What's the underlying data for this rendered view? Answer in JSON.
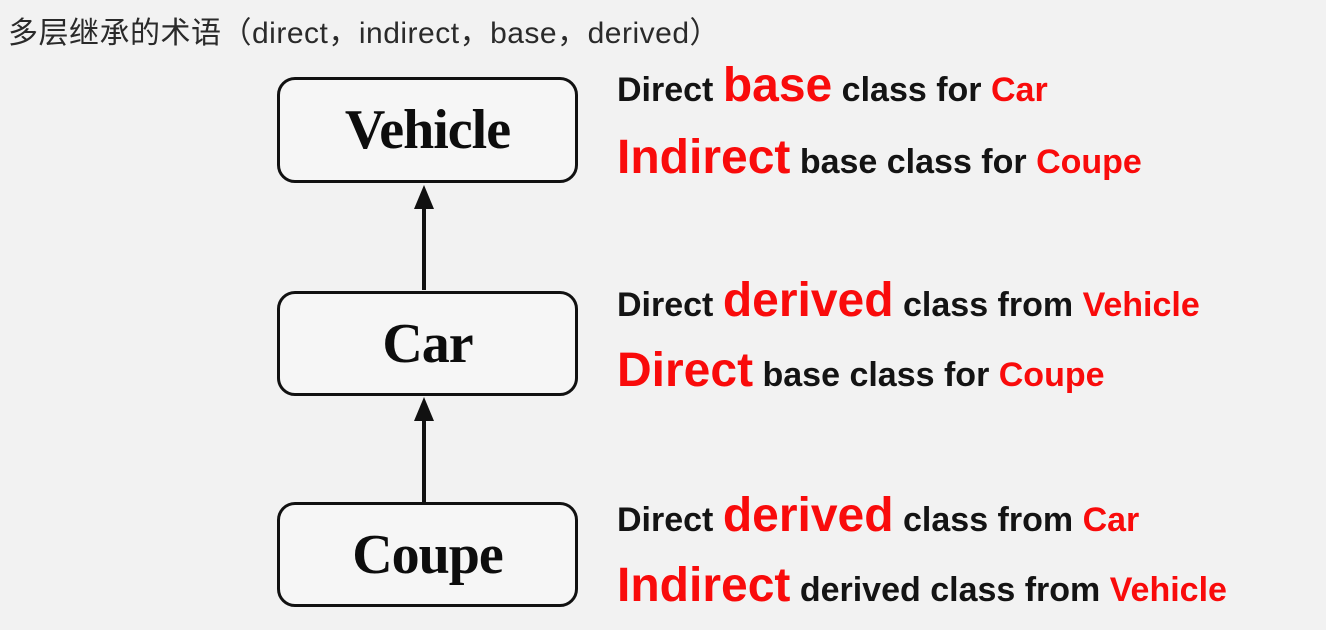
{
  "title": {
    "text": "多层继承的术语（direct，indirect，base，derived）"
  },
  "colors": {
    "background": "#f2f2f2",
    "box_fill": "#f6f6f6",
    "box_border": "#111111",
    "text_black": "#141414",
    "accent_red": "#f90b0b"
  },
  "diagram": {
    "nodes": [
      {
        "label": "Vehicle"
      },
      {
        "label": "Car"
      },
      {
        "label": "Coupe"
      }
    ],
    "arrows": [
      {
        "from": "Car",
        "to": "Vehicle",
        "direction": "up"
      },
      {
        "from": "Coupe",
        "to": "Car",
        "direction": "up"
      }
    ]
  },
  "annotations": [
    {
      "for": "Vehicle",
      "segments": [
        {
          "text": "Direct ",
          "style": "plain"
        },
        {
          "text": "base",
          "style": "em"
        },
        {
          "text": " class for ",
          "style": "plain"
        },
        {
          "text": "Car",
          "style": "red"
        }
      ]
    },
    {
      "for": "Vehicle",
      "segments": [
        {
          "text": "Indirect",
          "style": "em"
        },
        {
          "text": " base class for ",
          "style": "plain"
        },
        {
          "text": "Coupe",
          "style": "red"
        }
      ]
    },
    {
      "for": "Car",
      "segments": [
        {
          "text": "Direct ",
          "style": "plain"
        },
        {
          "text": "derived",
          "style": "em"
        },
        {
          "text": " class from ",
          "style": "plain"
        },
        {
          "text": "Vehicle",
          "style": "red"
        }
      ]
    },
    {
      "for": "Car",
      "segments": [
        {
          "text": "Direct",
          "style": "em"
        },
        {
          "text": " base class for ",
          "style": "plain"
        },
        {
          "text": "Coupe",
          "style": "red"
        }
      ]
    },
    {
      "for": "Coupe",
      "segments": [
        {
          "text": "Direct ",
          "style": "plain"
        },
        {
          "text": "derived",
          "style": "em"
        },
        {
          "text": " class from ",
          "style": "plain"
        },
        {
          "text": "Car",
          "style": "red"
        }
      ]
    },
    {
      "for": "Coupe",
      "segments": [
        {
          "text": "Indirect",
          "style": "em"
        },
        {
          "text": " derived class from ",
          "style": "plain"
        },
        {
          "text": "Vehicle",
          "style": "red"
        }
      ]
    }
  ]
}
